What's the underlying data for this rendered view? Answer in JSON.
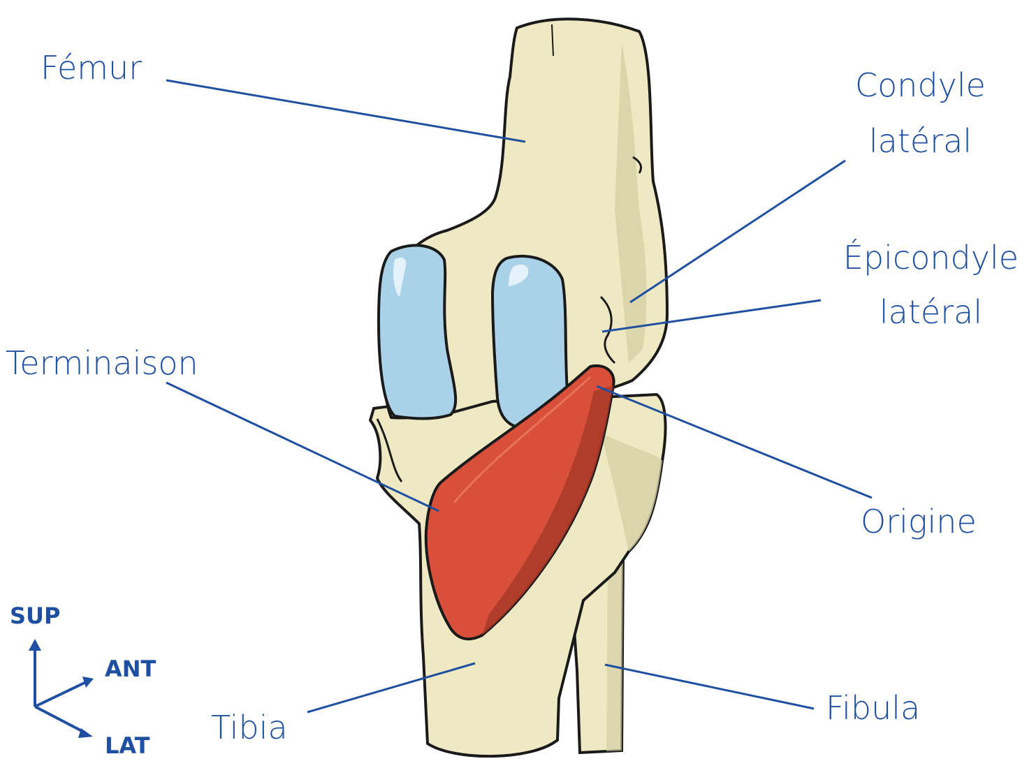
{
  "labels": {
    "femur": "Fémur",
    "condyle_line1": "Condyle",
    "condyle_line2": "latéral",
    "epicondyle_line1": "Épicondyle",
    "epicondyle_line2": "latéral",
    "terminaison": "Terminaison",
    "origine": "Origine",
    "tibia": "Tibia",
    "fibula": "Fibula"
  },
  "orientation": {
    "sup": "SUP",
    "ant": "ANT",
    "lat": "LAT"
  },
  "colors": {
    "label": "#1f4fa0",
    "bone": "#efe9c3",
    "bone_shadow": "#d6cfa6",
    "cartilage": "#a9d1e8",
    "muscle": "#d9503a",
    "outline": "#1a1a1a"
  }
}
